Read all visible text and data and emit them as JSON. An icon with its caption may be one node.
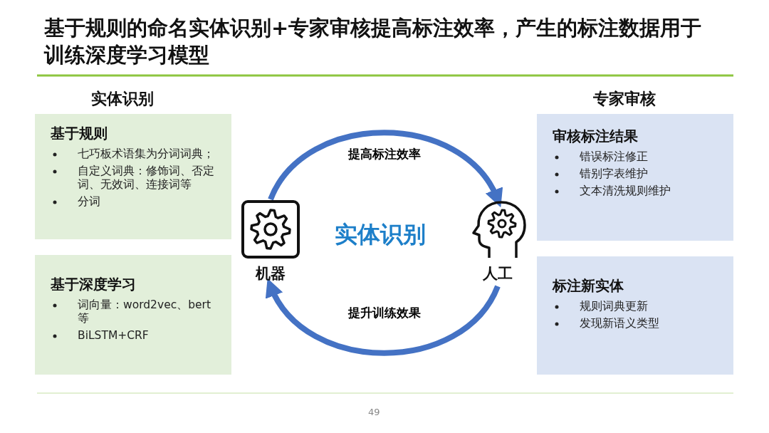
{
  "diagram": {
    "title": "基于规则的命名实体识别+专家审核提高标注效率，产生的标注数据用于训练深度学习模型",
    "nodes": [
      {
        "text": [
          "基于规则",
          "七巧板术语集为分词词典；",
          "自定义词典：修饰词、否定词、无效词、连接词等",
          "分词"
        ]
      },
      {
        "text": [
          "基于深度学习",
          "词向量：word2vec、bert等",
          "BiLSTM+CRF"
        ]
      },
      {
        "text": [
          "机器"
        ]
      },
      {
        "text": [
          "人工"
        ]
      },
      {
        "text": [
          "审核标注结果",
          "错误标注修正",
          "错别字表维护",
          "文本清洗规则维护"
        ]
      },
      {
        "text": [
          "标注新实体",
          "规则词典更新",
          "发现新语义类型"
        ]
      }
    ],
    "edges": [
      {
        "from": 2,
        "to": 3,
        "arrow": "to",
        "label": "提高标注效率"
      },
      {
        "from": 3,
        "to": 2,
        "arrow": "to",
        "label": "提升训练效果"
      }
    ],
    "labels": [
      "实体识别",
      "专家审核",
      "实体识别",
      "49"
    ]
  }
}
